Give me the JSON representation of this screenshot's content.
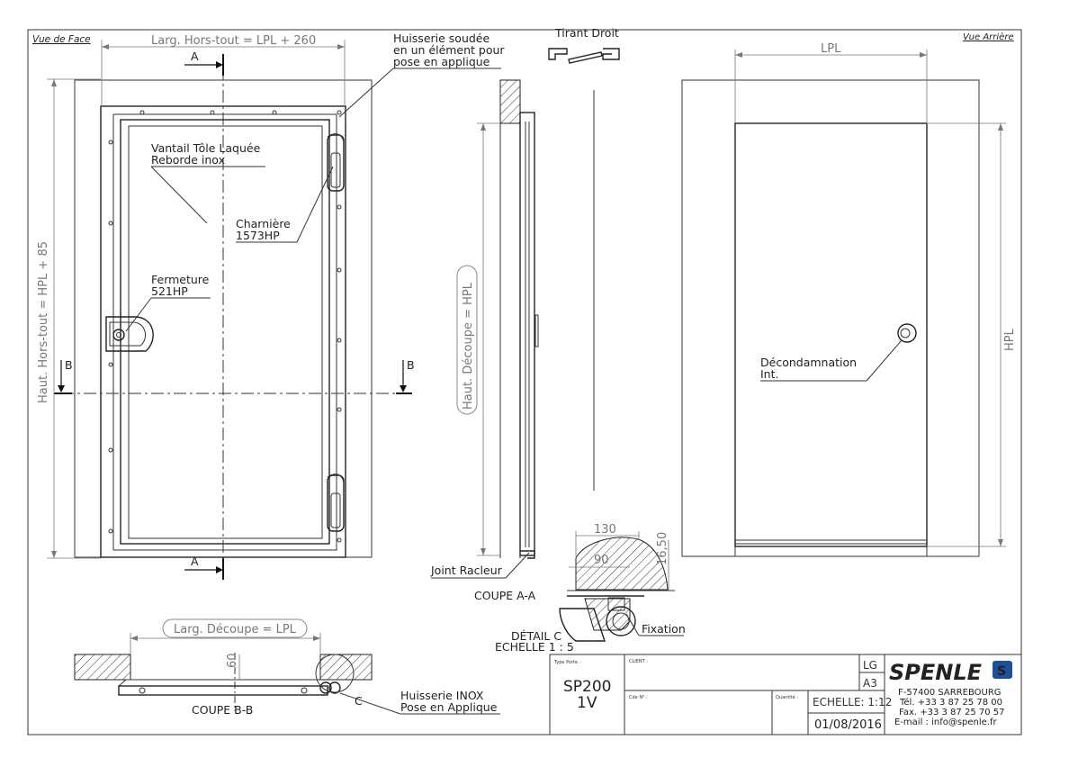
{
  "views": {
    "front_title": "Vue de Face",
    "back_title": "Vue Arrière"
  },
  "dimensions": {
    "overall_width": "Larg. Hors-tout = LPL + 260",
    "overall_height": "Haut. Hors-tout = HPL + 85",
    "cut_height": "Haut. Découpe = HPL",
    "cut_width": "Larg. Découpe = LPL",
    "lpl": "LPL",
    "hpl": "HPL",
    "d130": "130",
    "d90": "90",
    "d1650": "16,50",
    "d60": "60"
  },
  "labels": {
    "frame": [
      "Huisserie soudée",
      "en un élément pour",
      "pose en applique"
    ],
    "leaf": [
      "Vantail Tôle Laquée",
      "Reborde inox"
    ],
    "hinge": [
      "Charnière",
      "1573HP"
    ],
    "closure": [
      "Fermeture",
      "521HP"
    ],
    "tie_rod": "Tirant Droit",
    "release": [
      "Décondamnation",
      "Int."
    ],
    "wiper_seal": "Joint Racleur",
    "fixation": "Fixation",
    "inox_frame": [
      "Huisserie INOX",
      "Pose en Applique"
    ]
  },
  "sections": {
    "aa": "COUPE A-A",
    "bb": "COUPE B-B",
    "a": "A",
    "b": "B",
    "c": "C",
    "detail": [
      "DÉTAIL C",
      "ECHELLE 1 : 5"
    ]
  },
  "title_block": {
    "type_label": "Type Porte :",
    "model": [
      "SP200",
      "1V"
    ],
    "client_label": "CLIENT :",
    "order_label": "Cde N° :",
    "qty_label": "Quantité :",
    "sheet_code": "LG",
    "format": "A3",
    "scale": "ECHELLE: 1:12",
    "date": "01/08/2016",
    "brand": "SPENLE",
    "address": [
      "F-57400 SARREBOURG",
      "Tél. +33 3 87 25 78 00",
      "Fax. +33 3 87 25 70 57",
      "E-mail : info@spenle.fr"
    ]
  },
  "colors": {
    "brand_blue": "#1d4f9b",
    "line": "#222222",
    "dim": "#777777"
  }
}
